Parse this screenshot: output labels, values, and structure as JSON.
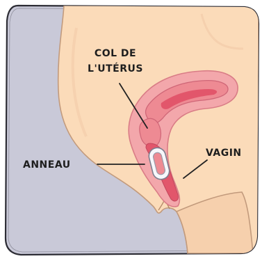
{
  "labels": {
    "col_line1": "COL DE",
    "col_line2": "L'UTÉRUS",
    "anneau": "ANNEAU",
    "vagin": "VAGIN"
  },
  "colors": {
    "frame_bg": "#c9c9d8",
    "frame_outline": "#2d2d35",
    "skin": "#fbdbb9",
    "skin_stroke": "#c29a7c",
    "skin_shadow": "#f1c8a6",
    "tissue_outer": "#f3a7ab",
    "tissue_mid": "#ee8a93",
    "tissue_inner": "#e2566b",
    "ring": "#f7f7fb",
    "ring_outline": "#7e7e8e",
    "line": "#222222"
  }
}
